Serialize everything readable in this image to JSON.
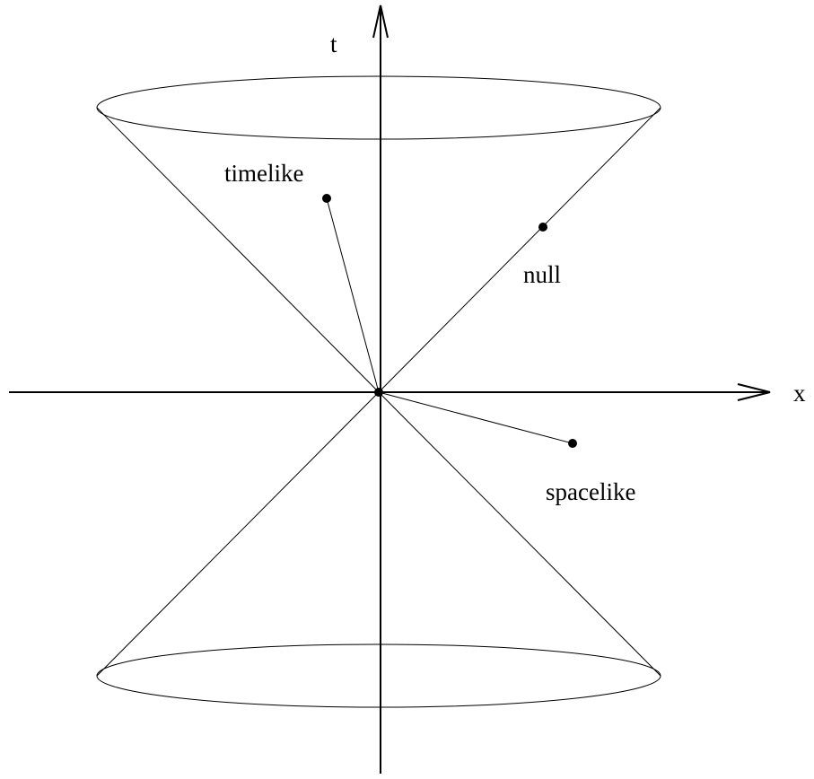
{
  "axes": {
    "vertical_label": "t",
    "horizontal_label": "x"
  },
  "vectors": [
    {
      "label": "timelike"
    },
    {
      "label": "null"
    },
    {
      "label": "spacelike"
    }
  ],
  "colors": {
    "ink": "#000000",
    "background": "#ffffff"
  }
}
